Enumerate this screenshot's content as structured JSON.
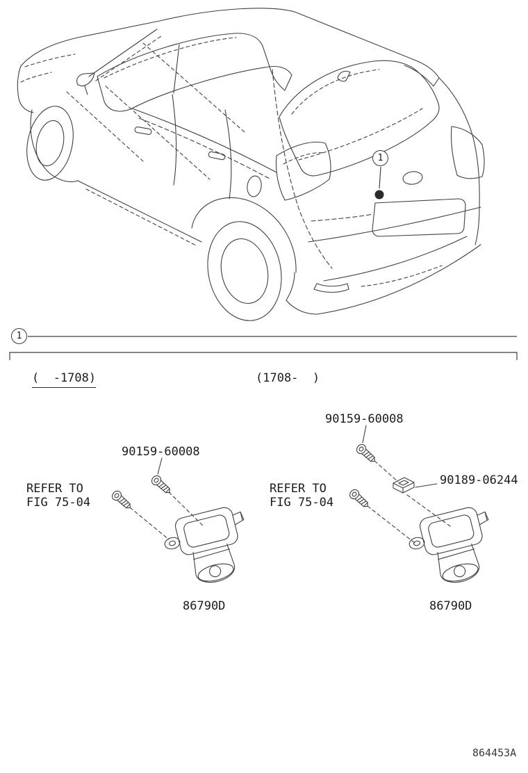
{
  "colors": {
    "background": "#ffffff",
    "line": "#3f3f3f",
    "text": "#1c1c1c",
    "marker_fill": "#2b2b2b"
  },
  "callout": {
    "number": "1"
  },
  "section": {
    "marker": "1",
    "variant_early": "(  -1708)",
    "variant_late": "(1708-  )"
  },
  "groups": [
    {
      "screw_part": "90159-60008",
      "refer_note": "REFER TO\nFIG 75-04",
      "camera_part": "86790D"
    },
    {
      "screw_part": "90159-60008",
      "grommet_part": "90189-06244",
      "refer_note": "REFER TO\nFIG 75-04",
      "camera_part": "86790D"
    }
  ],
  "icons": {
    "car": "car-line-art",
    "screw": "screw-icon",
    "grommet": "grommet-icon",
    "camera": "camera-icon"
  },
  "footer": {
    "diagram_code": "864453A"
  }
}
